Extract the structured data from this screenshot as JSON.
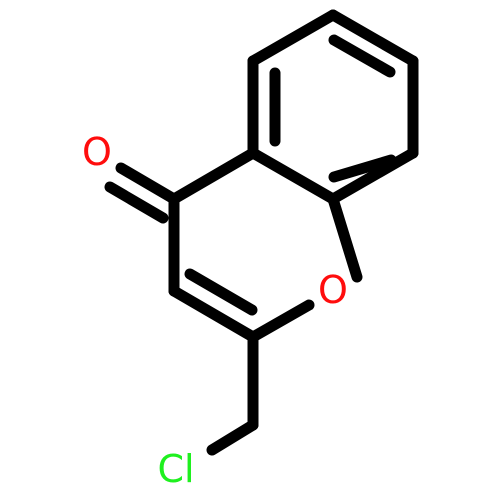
{
  "molecule": {
    "atoms": {
      "carbonyl_oxygen": {
        "label": "O",
        "color": "#ff0d0d"
      },
      "ring_oxygen": {
        "label": "O",
        "color": "#ff0d0d"
      },
      "chlorine": {
        "label": "Cl",
        "color": "#1ff01f"
      }
    },
    "bond_color": "#000000"
  }
}
